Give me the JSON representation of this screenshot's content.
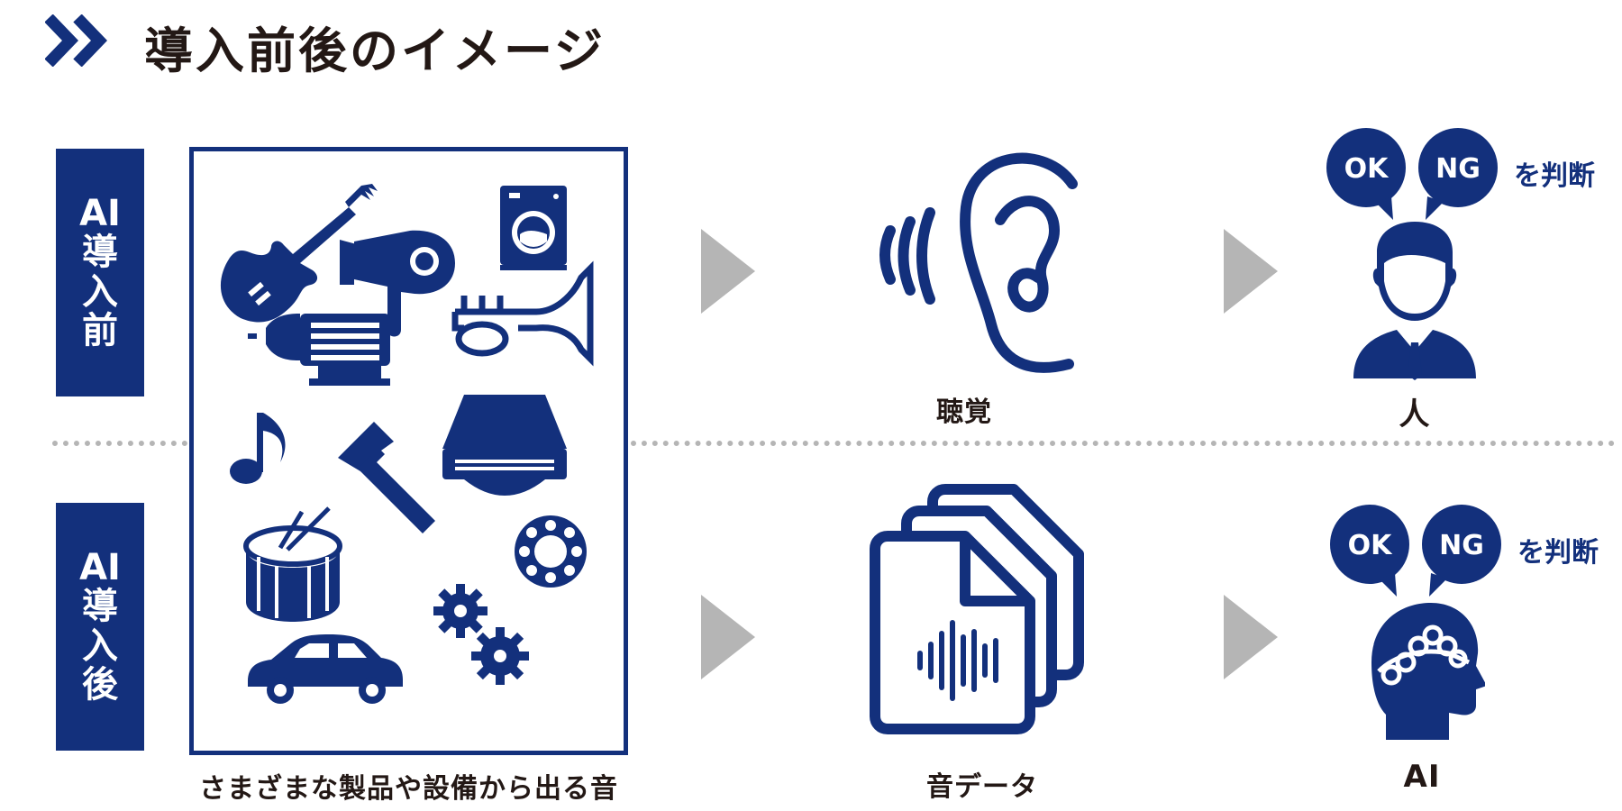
{
  "header": {
    "title": "導入前後のイメージ",
    "icon": "double-chevron-right-icon"
  },
  "colors": {
    "navy": "#13307c",
    "arrow_gray": "#b5b5b5",
    "text": "#231815",
    "divider": "#b5b5b5"
  },
  "rows": {
    "before": {
      "label_lines": [
        "AI",
        "導",
        "入",
        "前"
      ]
    },
    "after": {
      "label_lines": [
        "AI",
        "導",
        "入",
        "後"
      ]
    }
  },
  "products": {
    "caption": "さまざまな製品や設備から出る音",
    "icons": [
      "guitar-icon",
      "hair-dryer-icon",
      "washing-machine-icon",
      "trumpet-icon",
      "motor-icon",
      "music-note-icon",
      "optical-drive-icon",
      "hammer-icon",
      "drum-icon",
      "bearing-icon",
      "gears-icon",
      "car-icon"
    ]
  },
  "before_flow": {
    "sense_label": "聴覚",
    "judge_bubbles": [
      "OK",
      "NG"
    ],
    "judge_text": "を判断",
    "agent_label": "人"
  },
  "after_flow": {
    "data_label": "音データ",
    "judge_bubbles": [
      "OK",
      "NG"
    ],
    "judge_text": "を判断",
    "agent_label": "AI"
  }
}
